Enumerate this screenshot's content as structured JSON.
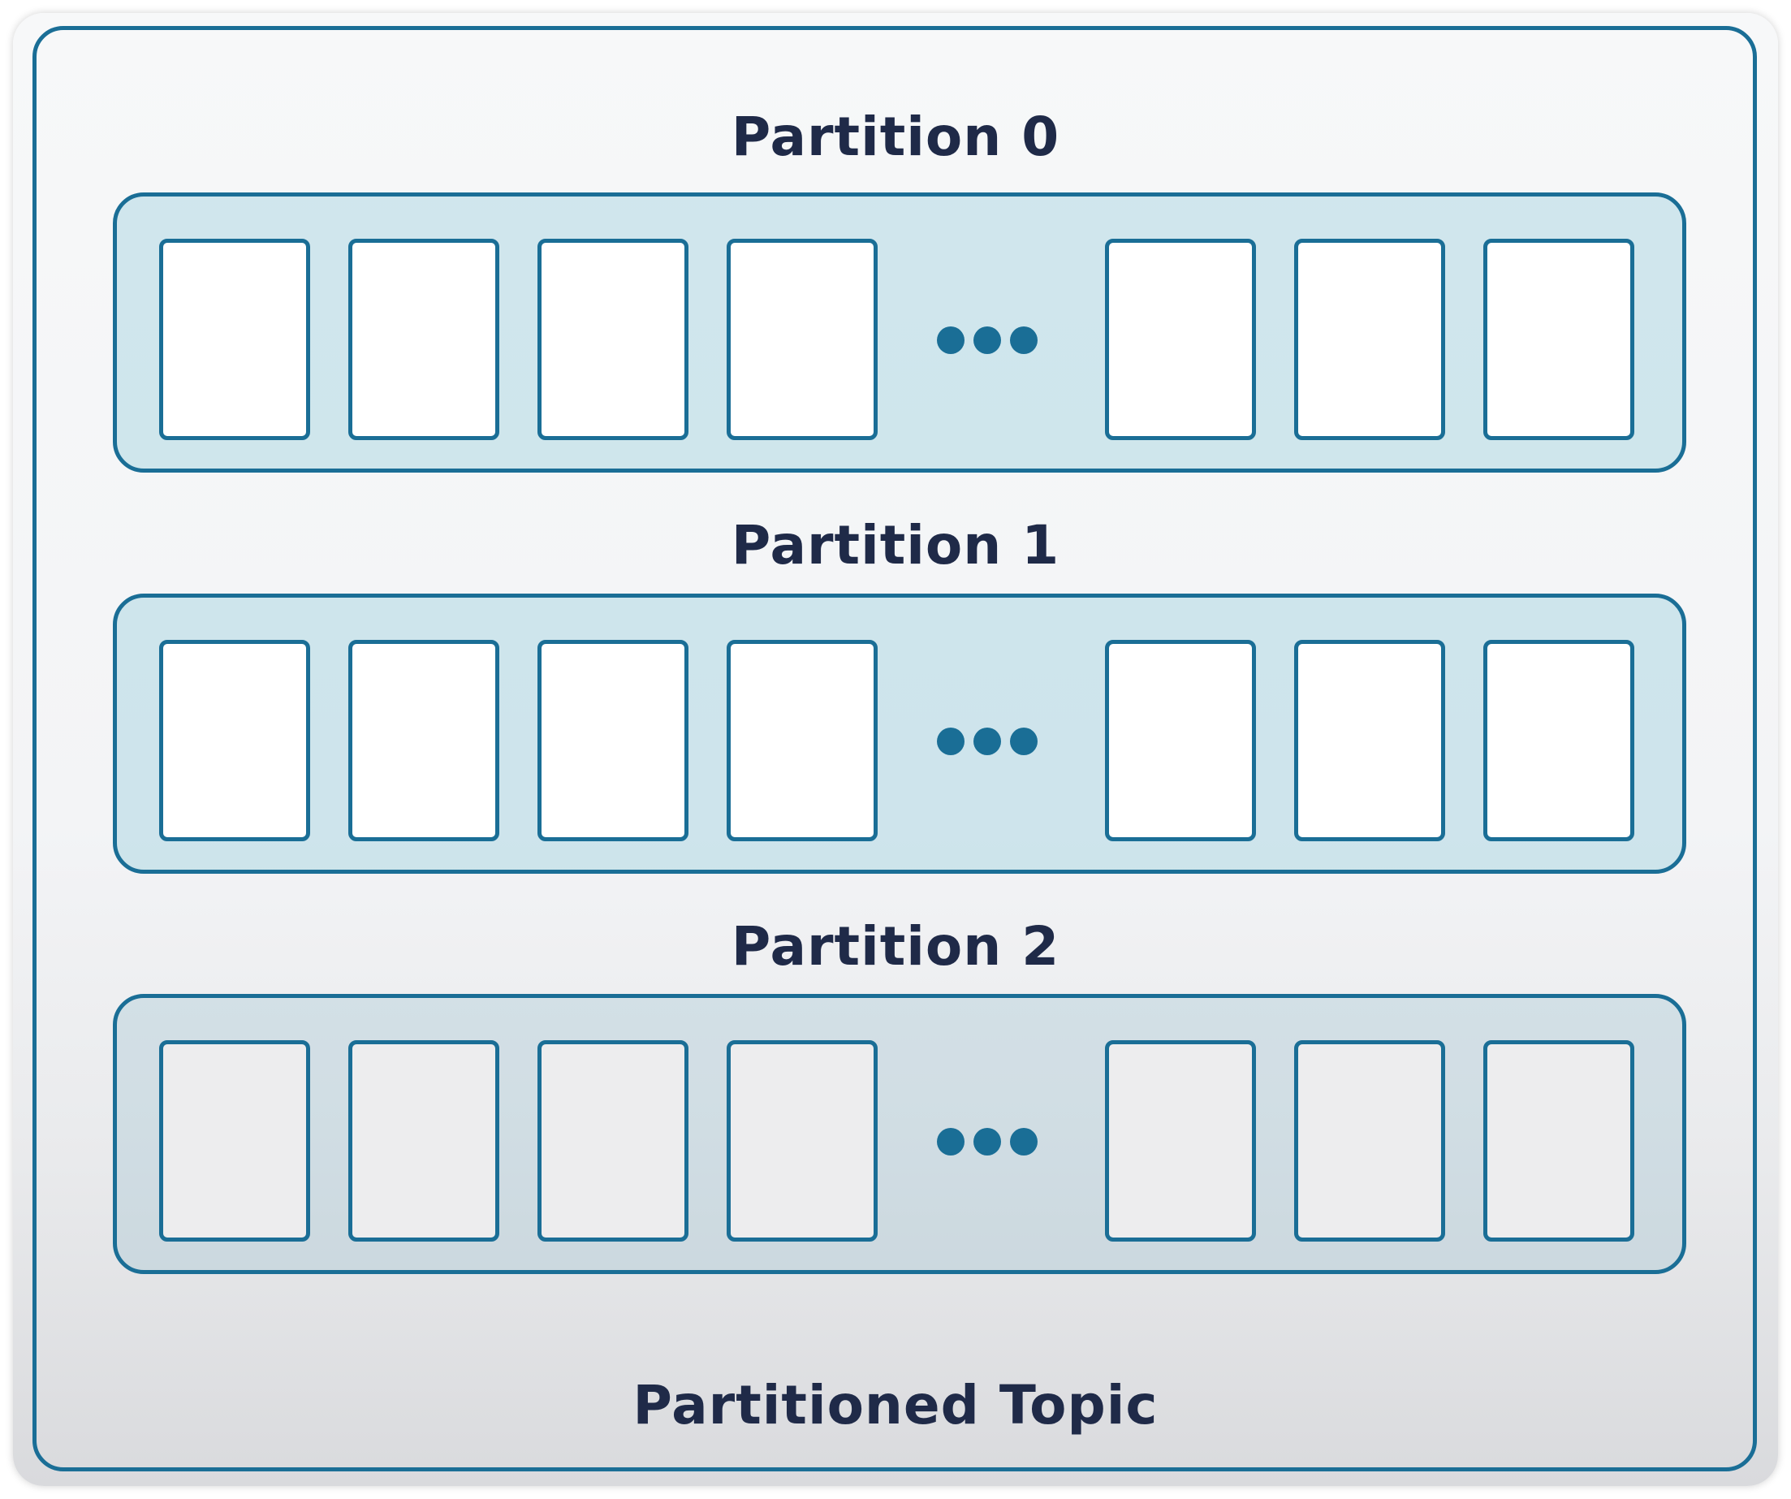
{
  "topic": {
    "label": "Partitioned Topic"
  },
  "partitions": [
    {
      "title": "Partition 0"
    },
    {
      "title": "Partition 1"
    },
    {
      "title": "Partition 2"
    }
  ],
  "colors": {
    "stroke": "#1a6e96",
    "track_fill": "#d4ebf2",
    "text": "#1f2a48"
  },
  "icons": {
    "ellipsis": "ellipsis-icon"
  }
}
